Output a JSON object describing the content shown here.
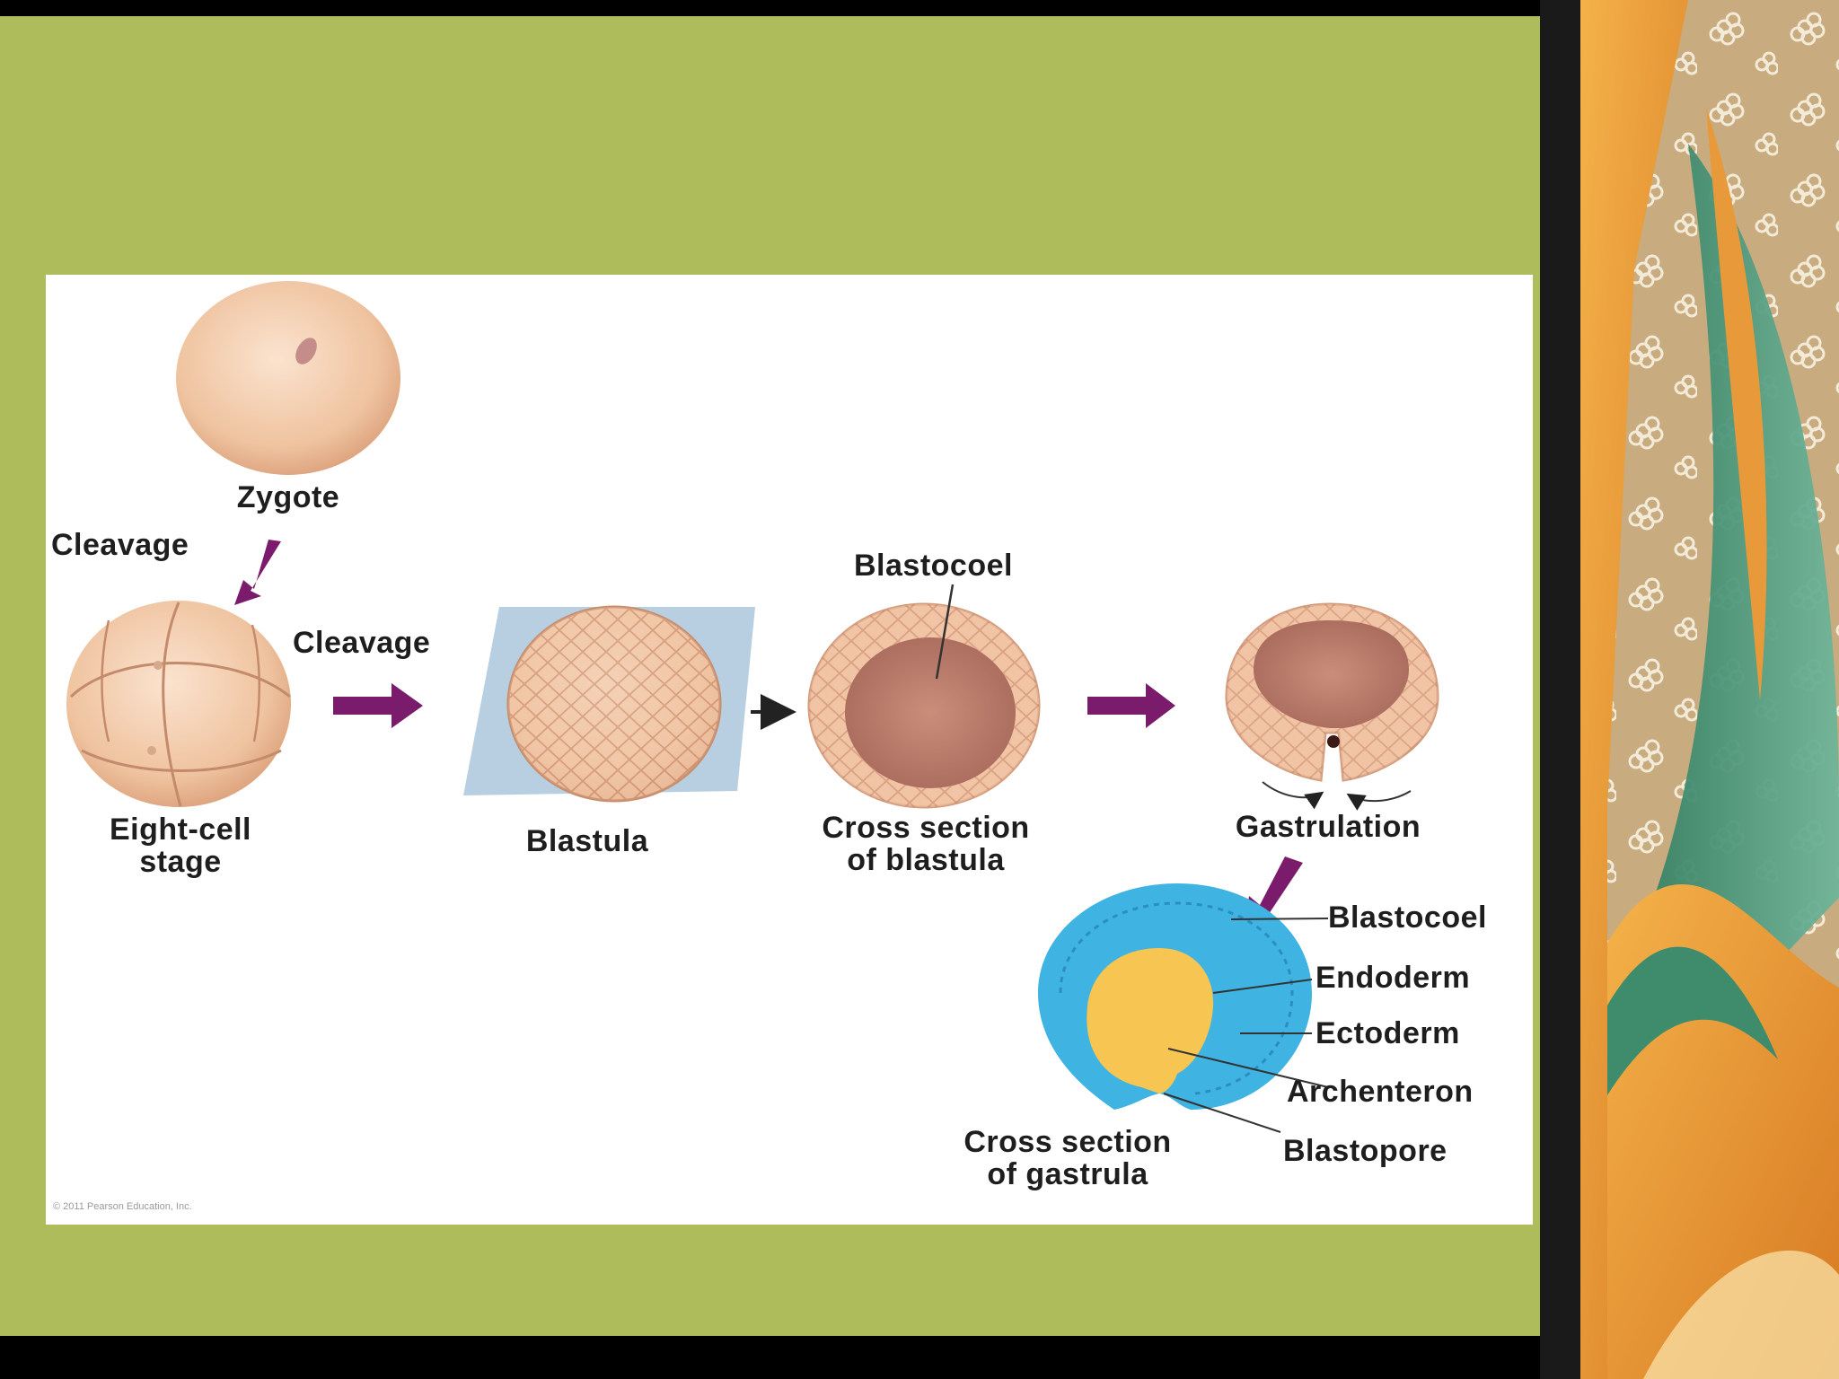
{
  "slide": {
    "colors": {
      "background": "#aebc5b",
      "frame": "#0a0a0a",
      "panel": "#ffffff",
      "arrow": "#7b1b6b",
      "embryo": "#edc3a6",
      "ectoderm": "#3fb3e2",
      "endoderm": "#f6c552"
    },
    "decoration": "floral-ribbon-border"
  },
  "diagram": {
    "labels": {
      "zygote": "Zygote",
      "cleavage_1": "Cleavage",
      "cleavage_2": "Cleavage",
      "eight_cell": "Eight-cell\nstage",
      "blastula": "Blastula",
      "blastocoel_top": "Blastocoel",
      "cross_blastula": "Cross section\nof blastula",
      "gastrulation": "Gastrulation",
      "cross_gastrula": "Cross section\nof gastrula"
    },
    "gastrula_labels": [
      "Blastocoel",
      "Endoderm",
      "Ectoderm",
      "Archenteron",
      "Blastopore"
    ],
    "copyright": "© 2011 Pearson Education, Inc."
  }
}
